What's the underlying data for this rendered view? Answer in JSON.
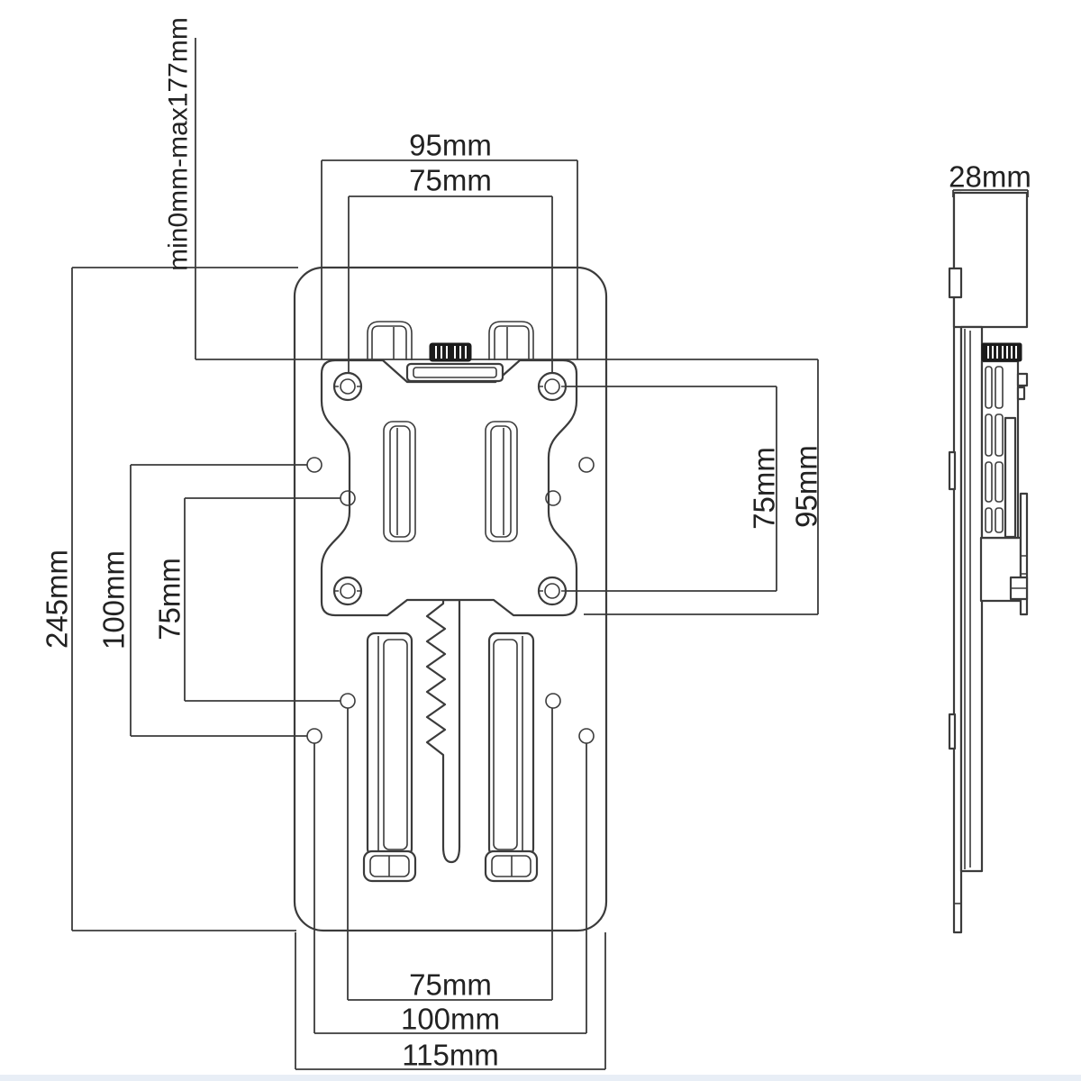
{
  "dims": {
    "front_top_outer": "95mm",
    "front_top_inner": "75mm",
    "adjustment_range": "min0mm-max177mm",
    "left_total_height": "245mm",
    "left_outer_holes": "100mm",
    "left_inner_holes": "75mm",
    "right_vesa_holes": "75mm",
    "right_vesa_plate": "95mm",
    "bottom_inner_holes": "75mm",
    "bottom_outer_holes": "100mm",
    "bottom_plate_width": "115mm",
    "side_depth": "28mm"
  },
  "colors": {
    "line": "#3b3b3b",
    "text": "#222222",
    "knob": "#1b1b1b",
    "background": "#ffffff"
  }
}
